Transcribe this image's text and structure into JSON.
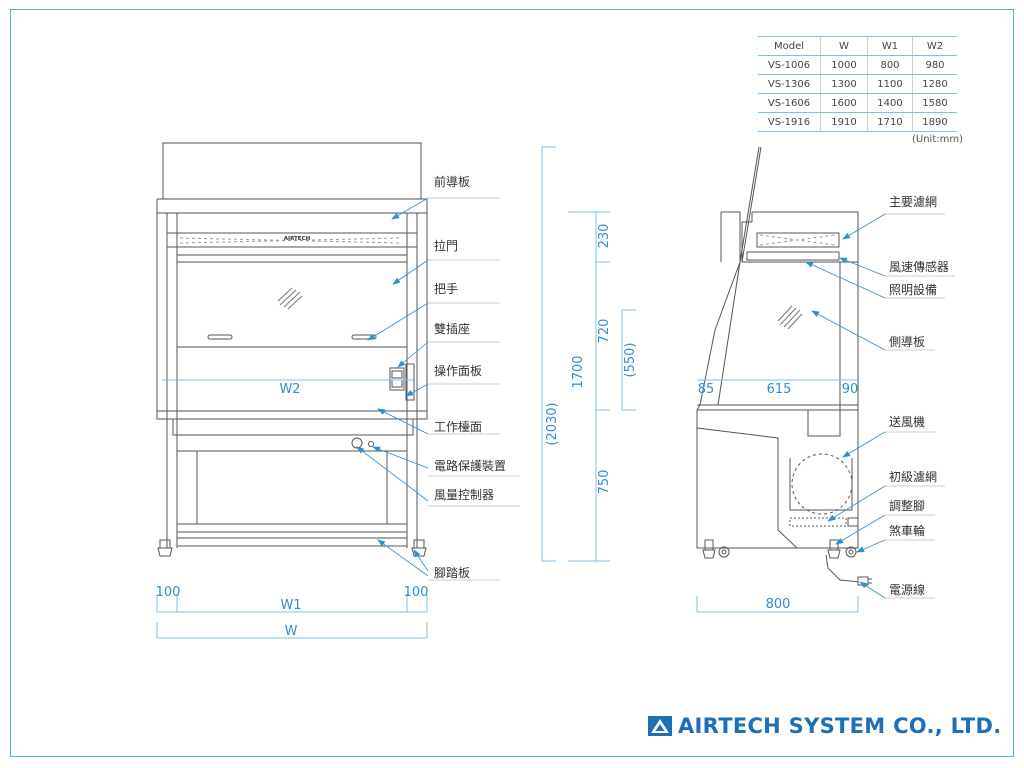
{
  "spec_table": {
    "headers": [
      "Model",
      "W",
      "W1",
      "W2"
    ],
    "rows": [
      [
        "VS-1006",
        "1000",
        "800",
        "980"
      ],
      [
        "VS-1306",
        "1300",
        "1100",
        "1280"
      ],
      [
        "VS-1606",
        "1600",
        "1400",
        "1580"
      ],
      [
        "VS-1916",
        "1910",
        "1710",
        "1890"
      ]
    ],
    "unit": "(Unit:mm)"
  },
  "front_view": {
    "brand_plate": "AIRTECH",
    "labels": {
      "front_guide": "前導板",
      "sliding_door": "拉門",
      "handle": "把手",
      "dual_outlet": "雙插座",
      "control_panel": "操作面板",
      "work_surface": "工作檯面",
      "circuit_protector": "電路保護裝置",
      "airflow_control": "風量控制器",
      "footrest": "腳踏板"
    },
    "dims": {
      "w2": "W2",
      "left_margin": "100",
      "w1": "W1",
      "right_margin": "100",
      "w": "W"
    }
  },
  "height_dims": {
    "total": "(2030)",
    "body": "1700",
    "top": "230",
    "opening": "720",
    "opening_inner": "(550)",
    "lower": "750"
  },
  "side_view": {
    "labels": {
      "main_filter": "主要濾網",
      "airflow_sensor": "風速傳感器",
      "lighting": "照明設備",
      "side_guide": "側導板",
      "blower": "送風機",
      "prefilter": "初級濾網",
      "leveling_foot": "調整腳",
      "brake_caster": "煞車輪",
      "power_cord": "電源線"
    },
    "dims": {
      "front": "85",
      "work_depth": "615",
      "rear": "90",
      "depth": "800"
    }
  },
  "brand": {
    "name": "AIRTECH SYSTEM CO., LTD.",
    "logo_icon": "airtech-triangle-logo-icon",
    "color": "#1c6fb8"
  },
  "colors": {
    "dimension": "#2f8fcf",
    "frame": "#5ab0dd",
    "leader": "#2f8fcf"
  }
}
